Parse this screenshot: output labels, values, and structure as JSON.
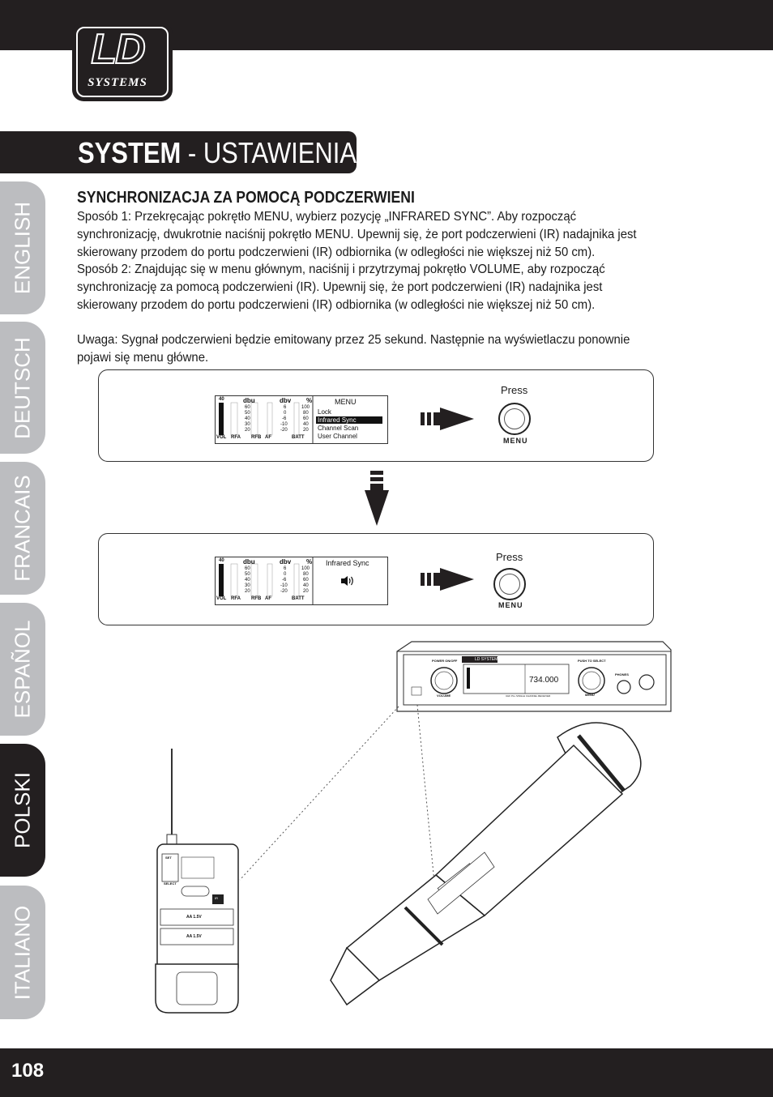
{
  "brand": {
    "logo_main": "LD",
    "logo_sub": "SYSTEMS"
  },
  "title": {
    "bold": "SYSTEM",
    "rest": " - USTAWIENIA:"
  },
  "tabs": [
    {
      "label": "ENGLISH"
    },
    {
      "label": "DEUTSCH"
    },
    {
      "label": "FRANCAIS"
    },
    {
      "label": "ESPAÑOL"
    },
    {
      "label": "POLSKI"
    },
    {
      "label": "ITALIANO"
    }
  ],
  "section": {
    "heading": "SYNCHRONIZACJA ZA POMOCĄ PODCZERWIENI",
    "method1": "Sposób 1: Przekręcając pokrętło MENU, wybierz pozycję „INFRARED SYNC”. Aby rozpocząć synchronizację, dwukrotnie naciśnij pokrętło MENU. Upewnij się, że port podczerwieni (IR) nadajnika jest skierowany przodem do portu podczerwieni (IR) odbiornika (w odległości nie większej niż 50 cm).",
    "method2": "Sposób 2: Znajdując się w menu głównym, naciśnij i przytrzymaj pokrętło VOLUME, aby rozpocząć synchronizację za pomocą podczerwieni (IR). Upewnij się, że port podczerwieni (IR) nadajnika jest skierowany przodem do portu podczerwieni (IR) odbiornika (w odległości nie większej niż 50 cm).",
    "note": "Uwaga: Sygnał podczerwieni będzie emitowany przez 25 sekund. Następnie na wyświetlaczu ponownie pojawi się menu główne."
  },
  "lcd": {
    "vol_top": "40",
    "dbu_label": "dbu",
    "dbu_scale": [
      "60",
      "50",
      "40",
      "30",
      "20"
    ],
    "dbv_label": "dbv",
    "dbv_scale": [
      "6",
      "0",
      "-6",
      "-10",
      "-20"
    ],
    "pct_label": "%",
    "pct_scale": [
      "100",
      "80",
      "60",
      "40",
      "20"
    ],
    "bottom": {
      "vol": "VOL",
      "rfa": "RFA",
      "rfb": "RFB",
      "af": "AF",
      "batt": "BATT"
    }
  },
  "step1": {
    "menu_title": "MENU",
    "items": [
      "Lock",
      "Infrared Sync",
      "Channel Scan",
      "User Channel"
    ],
    "selected_index": 1,
    "press": "Press",
    "knob": "MENU"
  },
  "step2": {
    "screen_title": "Infrared Sync",
    "press": "Press",
    "knob": "MENU"
  },
  "receiver": {
    "power": "POWER ON/OFF",
    "push_to_select": "PUSH TO SELECT",
    "phones": "PHONES",
    "volume": "VOLUME",
    "menu": "MENU",
    "brand": "LD SYSTEMS",
    "freq": "734.000",
    "model": "UHF PLL SINGLE CHANNEL RECEIVER"
  },
  "bodypack": {
    "set": "SET",
    "select": "SELECT",
    "ir": "IR",
    "battery1": "AA 1.5V",
    "battery2": "AA 1.5V"
  },
  "page": {
    "number": "108"
  }
}
